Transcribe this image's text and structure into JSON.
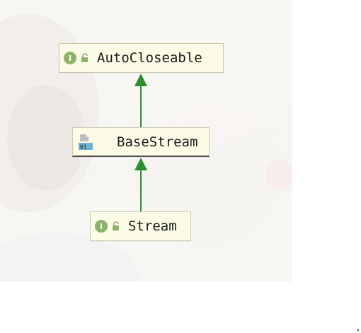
{
  "diagram": {
    "nodes": [
      {
        "id": "autocloseable",
        "label": "AutoCloseable",
        "icon": "interface-icon",
        "badge": "I",
        "lock": "unlocked-icon"
      },
      {
        "id": "basestream",
        "label": "BaseStream",
        "icon": "class-file-icon",
        "badge_text": "01"
      },
      {
        "id": "stream",
        "label": "Stream",
        "icon": "interface-icon",
        "badge": "I",
        "lock": "unlocked-icon"
      }
    ],
    "edges": [
      {
        "from": "basestream",
        "to": "autocloseable",
        "type": "extends"
      },
      {
        "from": "stream",
        "to": "basestream",
        "type": "extends"
      }
    ],
    "colors": {
      "node_fill": "#fbfbe6",
      "node_border": "#c9c9b0",
      "arrow": "#2f8f2f",
      "interface_icon": "#8fb26a"
    }
  }
}
